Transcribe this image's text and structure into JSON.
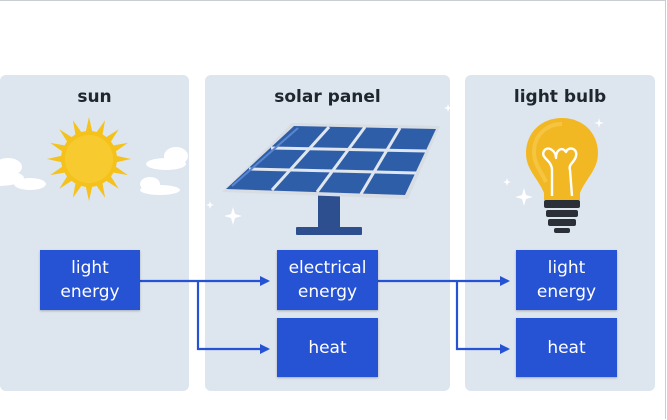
{
  "panels": [
    {
      "title": "sun"
    },
    {
      "title": "solar panel"
    },
    {
      "title": "light bulb"
    }
  ],
  "boxes": {
    "sun_light_energy": "light\nenergy",
    "panel_electrical_energy": "electrical\nenergy",
    "panel_heat": "heat",
    "bulb_light_energy": "light\nenergy",
    "bulb_heat": "heat"
  },
  "colors": {
    "panel_bg": "#dde5ee",
    "box_fill": "#2652d4",
    "arrow": "#2652d4",
    "sun": "#f5c21b",
    "solar_cell": "#2f5ea9",
    "bulb": "#f2b824"
  }
}
